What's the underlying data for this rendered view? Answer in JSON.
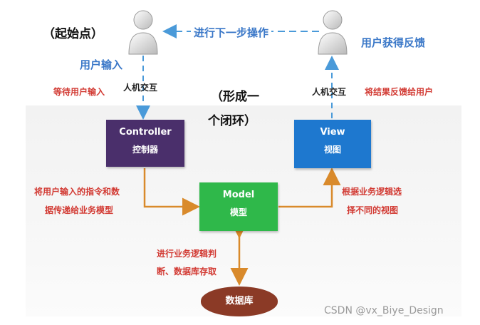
{
  "labels": {
    "start_point": "（起始点）",
    "next_step": "进行下一步操作",
    "user_feedback": "用户获得反馈",
    "user_input": "用户输入",
    "waiting_input": "等待用户输入",
    "hci_left": "人机交互",
    "closed_loop_line1": "（形成一",
    "closed_loop_line2": "个闭环）",
    "hci_right": "人机交互",
    "feedback_result": "将结果反馈给用户",
    "controller_to_model_line1": "将用户输入的指令和数",
    "controller_to_model_line2": "据传递给业务模型",
    "model_to_view_line1": "根据业务逻辑选",
    "model_to_view_line2": "择不同的视图",
    "model_db_line1": "进行业务逻辑判",
    "model_db_line2": "断、数据库存取"
  },
  "boxes": {
    "controller": {
      "en": "Controller",
      "cn": "控制器"
    },
    "view": {
      "en": "View",
      "cn": "视图"
    },
    "model": {
      "en": "Model",
      "cn": "模型"
    },
    "database": "数据库"
  },
  "watermark": "CSDN @vx_Biye_Design",
  "colors": {
    "controller": "#4a2f6b",
    "view": "#1e78cf",
    "model": "#2fb84a",
    "database": "#8b3a26",
    "arrow_orange": "#d98a2b",
    "arrow_blue": "#4a9ad9",
    "label_red": "#d23a33",
    "label_blue": "#3b78c8"
  },
  "icons": [
    "user-icon-left",
    "user-icon-right"
  ]
}
